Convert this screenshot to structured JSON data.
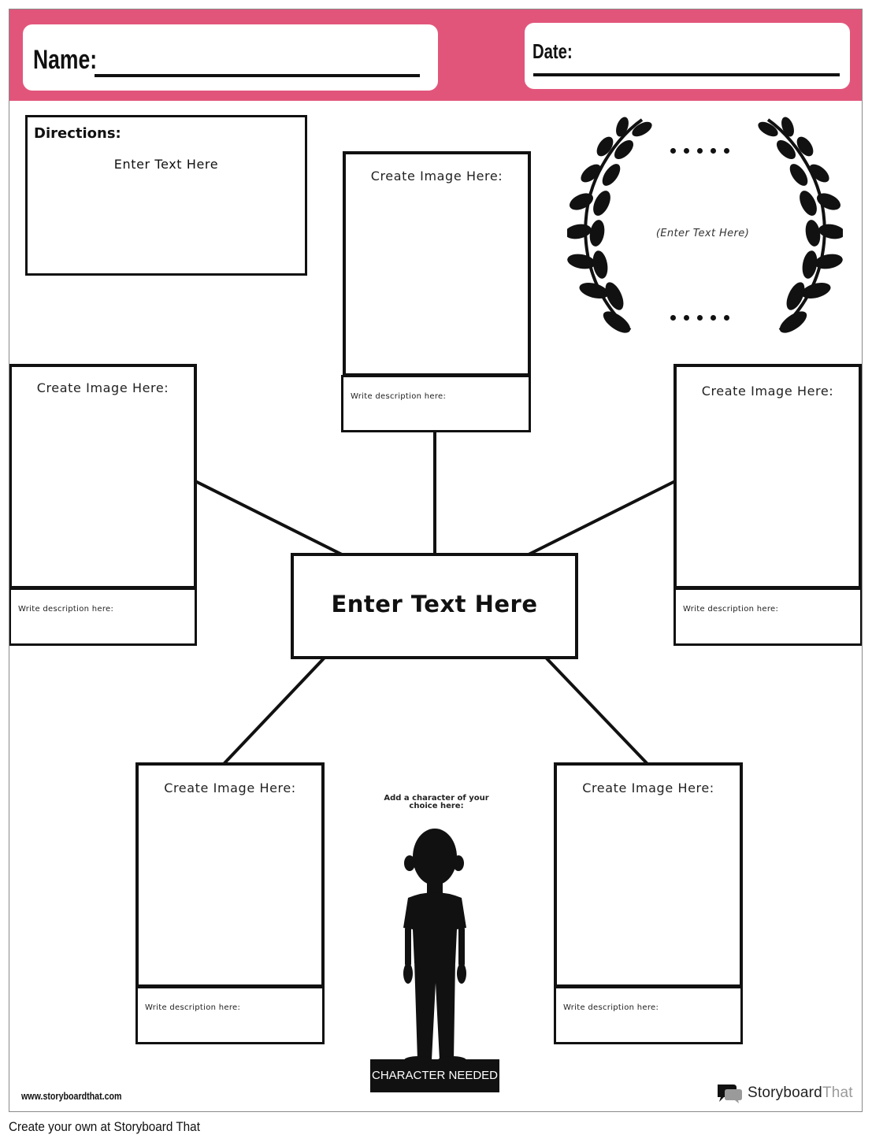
{
  "header": {
    "name_label": "Name:",
    "date_label": "Date:",
    "accent_color": "#e2557b"
  },
  "directions": {
    "label": "Directions:",
    "text": "Enter Text Here"
  },
  "laurel": {
    "text": "(Enter Text Here)",
    "icon": "laurel-wreath-icon"
  },
  "center_box": {
    "text": "Enter Text Here"
  },
  "image_boxes": [
    {
      "label": "Create Image Here:",
      "description": "Write description here:"
    },
    {
      "label": "Create Image Here:",
      "description": "Write description here:"
    },
    {
      "label": "Create Image Here:",
      "description": "Write description here:"
    },
    {
      "label": "Create Image Here:",
      "description": "Write description here:"
    },
    {
      "label": "Create Image Here:",
      "description": "Write description here:"
    }
  ],
  "character": {
    "prompt_line1": "Add a character of your",
    "prompt_line2": "choice here:",
    "badge": "CHARACTER NEEDED",
    "icon": "person-silhouette-icon"
  },
  "footer": {
    "url": "www.storyboardthat.com",
    "brand_main": "Storyboard",
    "brand_accent": "That",
    "brand_icon": "speech-bubbles-icon"
  },
  "caption": "Create your own at Storyboard That"
}
